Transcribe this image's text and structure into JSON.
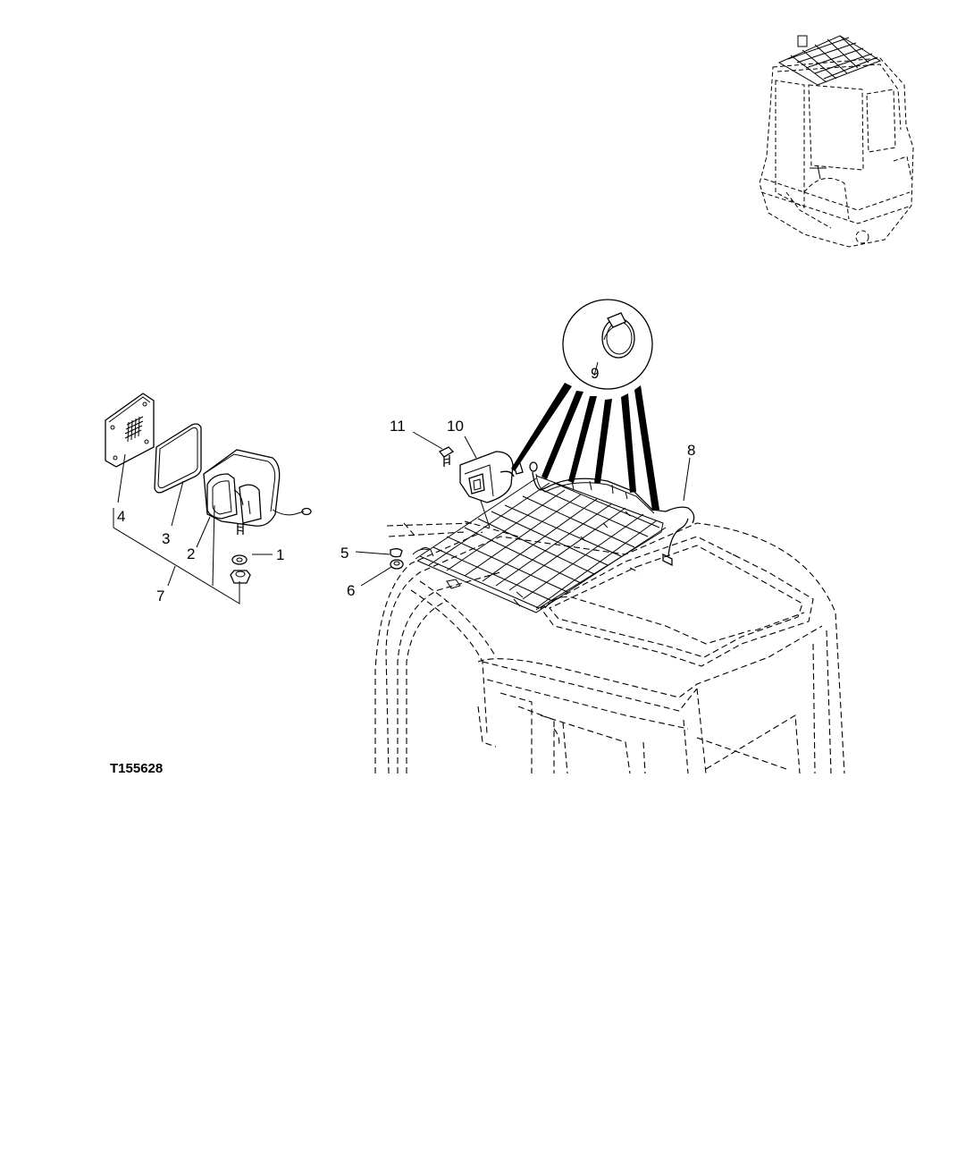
{
  "figure_id": "T155628",
  "callouts": {
    "c1": "1",
    "c2": "2",
    "c3": "3",
    "c4": "4",
    "c5": "5",
    "c6": "6",
    "c7": "7",
    "c8": "8",
    "c9": "9",
    "c10": "10",
    "c11": "11"
  }
}
